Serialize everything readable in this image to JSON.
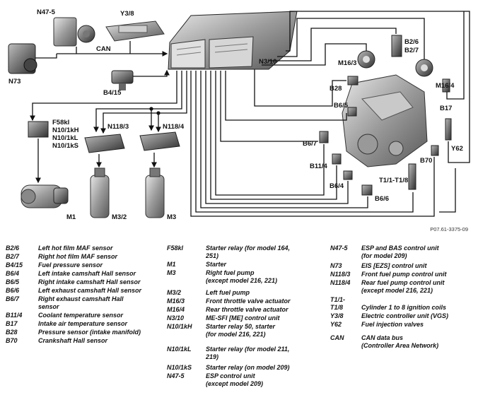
{
  "diagram": {
    "labels": {
      "n47_5": "N47-5",
      "y3_8": "Y3/8",
      "can": "CAN",
      "n73": "N73",
      "n3_10": "N3/10",
      "b4_15": "B4/15",
      "m16_3": "M16/3",
      "b2_6": "B2/6",
      "b2_7": "B2/7",
      "m16_4": "M16/4",
      "b28": "B28",
      "b6_5": "B6/5",
      "b17": "B17",
      "b6_7": "B6/7",
      "y62": "Y62",
      "b11_4": "B11/4",
      "b70": "B70",
      "b6_4": "B6/4",
      "t1_1_t1_8": "T1/1-T1/8",
      "b6_6": "B6/6",
      "f58kl": "F58kl",
      "n10_1kh": "N10/1kH",
      "n10_1kl": "N10/1kL",
      "n10_1ks": "N10/1kS",
      "n118_3": "N118/3",
      "n118_4": "N118/4",
      "m1": "M1",
      "m3_2": "M3/2",
      "m3": "M3"
    },
    "ref_code": "P07.61-3375-09"
  },
  "legend": {
    "col1": [
      {
        "code": "B2/6",
        "desc": "Left hot film MAF sensor"
      },
      {
        "code": "B2/7",
        "desc": "Right hot film MAF sensor"
      },
      {
        "code": "B4/15",
        "desc": "Fuel pressure sensor"
      },
      {
        "code": "B6/4",
        "desc": "Left intake camshaft Hall sensor"
      },
      {
        "code": "B6/5",
        "desc": "Right intake camshaft Hall sensor"
      },
      {
        "code": "B6/6",
        "desc": "Left exhaust camshaft Hall sensor"
      },
      {
        "code": "B6/7",
        "desc": "Right exhaust camshaft Hall\nsensor"
      },
      {
        "code": "B11/4",
        "desc": "Coolant temperature sensor"
      },
      {
        "code": "B17",
        "desc": "Intake air temperature sensor"
      },
      {
        "code": "B28",
        "desc": "Pressure sensor (intake manifold)"
      },
      {
        "code": "B70",
        "desc": "Crankshaft Hall sensor"
      }
    ],
    "col2": [
      {
        "code": "F58kl",
        "desc": "Starter relay (for model 164,\n251)"
      },
      {
        "code": "M1",
        "desc": "Starter"
      },
      {
        "code": "M3",
        "desc": "Right fuel pump\n(except model 216, 221)"
      },
      {
        "code": "M3/2",
        "desc": "Left fuel pump"
      },
      {
        "code": "M16/3",
        "desc": "Front throttle valve actuator"
      },
      {
        "code": "M16/4",
        "desc": "Rear throttle valve actuator"
      },
      {
        "code": "N3/10",
        "desc": "ME-SFI [ME] control unit"
      },
      {
        "code": "N10/1kH",
        "desc": "Starter relay    50, starter\n(for model 216, 221)"
      },
      {
        "code": "N10/1kL",
        "desc": "Starter relay (for model 211,\n219)"
      },
      {
        "code": "N10/1kS",
        "desc": "Starter relay (on model 209)"
      },
      {
        "code": "N47-5",
        "desc": "ESP control unit\n(except model 209)"
      }
    ],
    "col3": [
      {
        "code": "N47-5",
        "desc": "ESP and BAS control unit\n(for model 209)"
      },
      {
        "code": "N73",
        "desc": "EIS [EZS] control unit"
      },
      {
        "code": "N118/3",
        "desc": "Front fuel pump control unit"
      },
      {
        "code": "N118/4",
        "desc": "Rear fuel pump control unit\n(except model 216, 221)"
      },
      {
        "code": "T1/1-\nT1/8",
        "desc": "\nCylinder 1 to 8 ignition coils"
      },
      {
        "code": "Y3/8",
        "desc": "Electric controller unit (VGS)"
      },
      {
        "code": "Y62",
        "desc": "Fuel injection valves"
      },
      {
        "code": "CAN",
        "desc": "CAN data bus\n(Controller Area Network)"
      }
    ]
  }
}
